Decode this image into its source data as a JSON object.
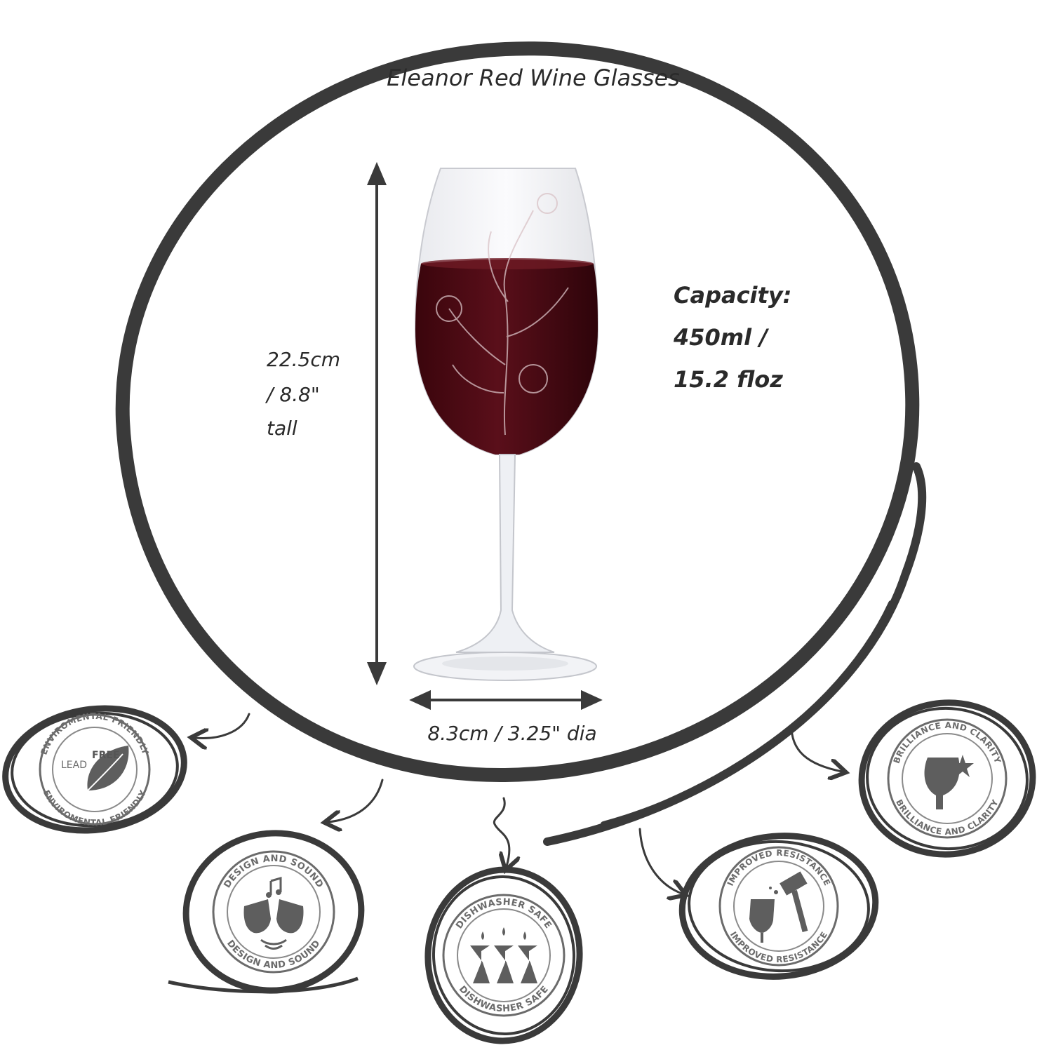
{
  "title": "Eleanor Red Wine Glasses",
  "height_label": [
    "22.5cm",
    "/ 8.8\"",
    "tall"
  ],
  "capacity_label": [
    "Capacity:",
    "450ml /",
    "15.2 floz"
  ],
  "diameter_label": "8.3cm / 3.25\" dia",
  "colors": {
    "ink": "#3a3a3a",
    "wine": "#4a0a12",
    "badge_gray": "#6b6b6b"
  },
  "badges": {
    "lead_free": {
      "top": "ENVIROMENTAL FRIENDLY",
      "bottom": "ENVIROMENTAL FRIENDLY",
      "icon_text_1": "LEAD",
      "icon_text_2": "FREE",
      "icon": "leaf-icon"
    },
    "design_sound": {
      "top": "DESIGN AND SOUND",
      "bottom": "DESIGN AND SOUND",
      "icon": "toasting-glasses-icon"
    },
    "dishwasher": {
      "top": "DISHWASHER SAFE",
      "bottom": "DISHWASHER SAFE",
      "icon": "dishwasher-glasses-icon"
    },
    "resistance": {
      "top": "IMPROVED RESISTANCE",
      "bottom": "IMPROVED RESISTANCE",
      "icon": "hammer-glass-icon"
    },
    "brilliance": {
      "top": "BRILLIANCE AND CLARITY",
      "bottom": "BRILLIANCE AND CLARITY",
      "icon": "sparkle-glass-icon"
    }
  }
}
